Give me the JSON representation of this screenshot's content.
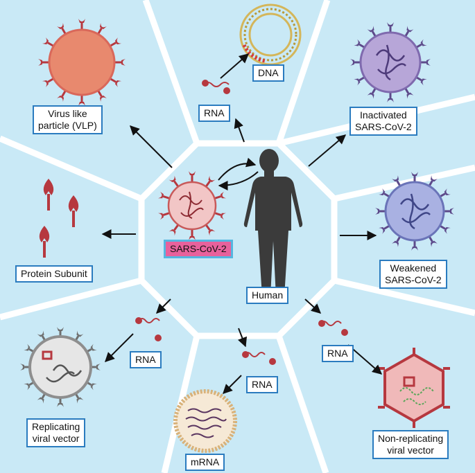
{
  "colors": {
    "panel": "#c9e9f6",
    "divider": "#ffffff",
    "label_border": "#2a7bbf",
    "sars_label_fill": "#e8619c",
    "sars_label_border": "#55b6e0",
    "human": "#3b3b3b",
    "vlp_fill": "#e8896e",
    "red_protein": "#b6383f",
    "purple_virus": "#b7a6d8",
    "blue_virus": "#a9b1e2",
    "grey_vector": "#8e8e8e",
    "nonrep_fill": "#f0b9b9"
  },
  "labels": {
    "dna": "DNA",
    "rna_top": "RNA",
    "vlp": [
      "Virus like",
      "particle (VLP)"
    ],
    "inactivated": [
      "Inactivated",
      "SARS-CoV-2"
    ],
    "protein_subunit": "Protein Subunit",
    "sars_cov_2": "SARS-CoV-2",
    "human": "Human",
    "weakened": [
      "Weakened",
      "SARS-CoV-2"
    ],
    "rna_left": "RNA",
    "rna_bottom": "RNA",
    "rna_right": "RNA",
    "replicating": [
      "Replicating",
      "viral vector"
    ],
    "mrna": "mRNA",
    "non_replicating": [
      "Non-replicating",
      "viral vector"
    ]
  },
  "icons": [
    "virus-like-particle-icon",
    "dna-ring-icon",
    "rna-strand-icon",
    "inactivated-virus-icon",
    "protein-subunit-icon",
    "sars-cov-2-virus-icon",
    "human-silhouette-icon",
    "weakened-virus-icon",
    "replicating-vector-icon",
    "mrna-lipid-nanoparticle-icon",
    "non-replicating-vector-icon"
  ]
}
